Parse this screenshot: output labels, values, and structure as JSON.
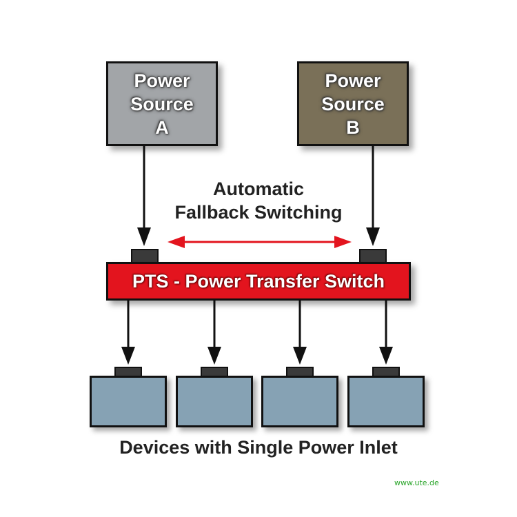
{
  "source_a": {
    "lines": [
      "Power",
      "Source",
      "A"
    ]
  },
  "source_b": {
    "lines": [
      "Power",
      "Source",
      "B"
    ]
  },
  "fallback": {
    "lines": [
      "Automatic",
      "Fallback Switching"
    ]
  },
  "pts": {
    "label": "PTS - Power Transfer Switch"
  },
  "devices": {
    "count": 4,
    "label": "Devices with Single Power Inlet"
  },
  "watermark": "www.ute.de",
  "colors": {
    "source_a_fill": "#a2a5a8",
    "source_b_fill": "#7a7058",
    "pts_fill": "#e3141e",
    "device_fill": "#86a2b4",
    "fallback_arrow": "#e3141e",
    "outline": "#111111",
    "watermark": "#2aa52a"
  }
}
